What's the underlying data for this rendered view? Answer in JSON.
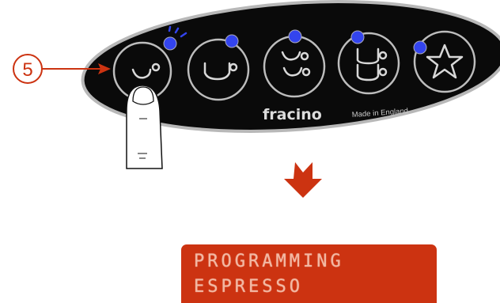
{
  "callout": {
    "number": "5"
  },
  "panel": {
    "brand": "fracino",
    "made_in": "Made in England",
    "buttons": [
      {
        "name": "small-cup-button",
        "icon": "small-cup-icon",
        "led": "on",
        "pressed": true
      },
      {
        "name": "large-cup-button",
        "icon": "large-cup-icon",
        "led": "on",
        "pressed": false
      },
      {
        "name": "two-small-cups-button",
        "icon": "two-cups-icon",
        "led": "on",
        "pressed": false
      },
      {
        "name": "two-large-cups-button",
        "icon": "two-large-cups-icon",
        "led": "on",
        "pressed": false
      },
      {
        "name": "star-button",
        "icon": "star-icon",
        "led": "on",
        "pressed": false
      }
    ]
  },
  "display": {
    "line1": "PROGRAMMING",
    "line2": "ESPRESSO"
  },
  "colors": {
    "panel": "#0a0a0a",
    "panel_border": "#b8b8b8",
    "led": "#3344ee",
    "arrow": "#cc3311",
    "lcd": "#cc3311",
    "lcd_text": "#f2b8a3"
  }
}
